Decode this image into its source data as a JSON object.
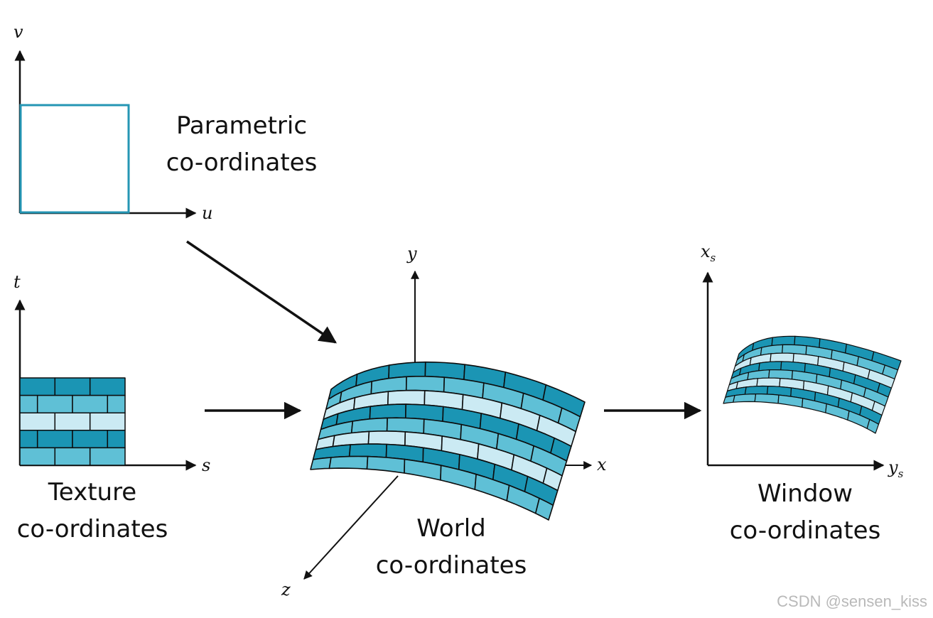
{
  "labels": {
    "parametric": [
      "Parametric",
      "co-ordinates"
    ],
    "texture": [
      "Texture",
      "co-ordinates"
    ],
    "world": [
      "World",
      "co-ordinates"
    ],
    "window": [
      "Window",
      "co-ordinates"
    ]
  },
  "axes": {
    "param_v": "v",
    "param_u": "u",
    "tex_t": "t",
    "tex_s": "s",
    "world_x": "x",
    "world_y": "y",
    "world_z": "z",
    "win_x": "x",
    "win_x_sub": "s",
    "win_y": "y",
    "win_y_sub": "s"
  },
  "watermark": "CSDN @sensen_kiss",
  "colors": {
    "param_square": "#2596b4",
    "brick_dark": "#1b95b4",
    "brick_mid": "#5fc0d6",
    "brick_light": "#cbeaf3",
    "outline": "#0c0c0c"
  }
}
